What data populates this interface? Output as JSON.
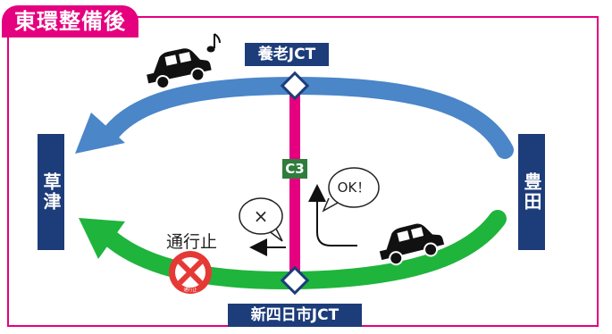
{
  "title": "東環整備後",
  "junctions": {
    "top": "養老JCT",
    "bottom": "新四日市JCT",
    "left": "草津JCT",
    "right": "豊田JCT"
  },
  "route_badge": "C3",
  "closed_label": "通行止",
  "bubbles": {
    "ok": "OK！",
    "ng": "×"
  },
  "sign_text": "通行止",
  "colors": {
    "accent": "#e4007f",
    "upper_road": "#4a86c8",
    "lower_road": "#1fb43c",
    "jct_box": "#1d3c7a",
    "c3_badge": "#2e7d3c"
  },
  "icons": [
    "car-icon",
    "music-note-icon",
    "no-entry-sign-icon"
  ]
}
